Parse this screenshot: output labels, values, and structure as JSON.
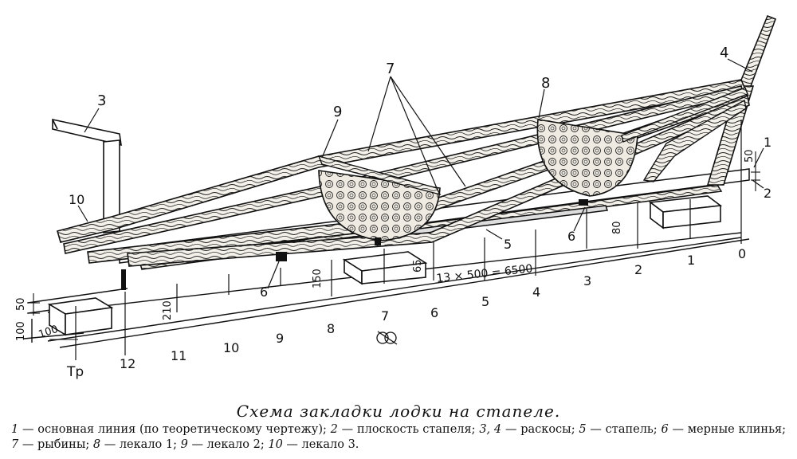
{
  "labels": {
    "l1": "1",
    "l2": "2",
    "l3": "3",
    "l4": "4",
    "l5": "5",
    "l6": "6",
    "l7": "7",
    "l8": "8",
    "l9": "9",
    "l10": "10",
    "l11": "11",
    "l12": "12",
    "l0": "0",
    "lTp": "Тр"
  },
  "dimensions": {
    "d50_left": "50",
    "d100_vert": "100",
    "d100_horiz": "100",
    "d210": "210",
    "d150": "150",
    "d65": "65",
    "d80": "80",
    "d50_right": "50",
    "span": "13 × 500 = 6500"
  },
  "caption": {
    "title": "Схема закладки лодки на стапеле.",
    "n1": "1",
    "t1": " — основная линия (по теоретическому чертежу); ",
    "n2": "2",
    "t2": " — плоскость стапеля; ",
    "n3": "3, 4",
    "t3": " — раскосы; ",
    "n5": "5",
    "t5": " — стапель; ",
    "n6": "6",
    "t6": " — мерные клинья; ",
    "n7": "7",
    "t7": " — рыбины; ",
    "n8": "8",
    "t8": " — лекало 1; ",
    "n9": "9",
    "t9": " — лекало 2; ",
    "n10": "10",
    "t10": " — лекало 3."
  }
}
